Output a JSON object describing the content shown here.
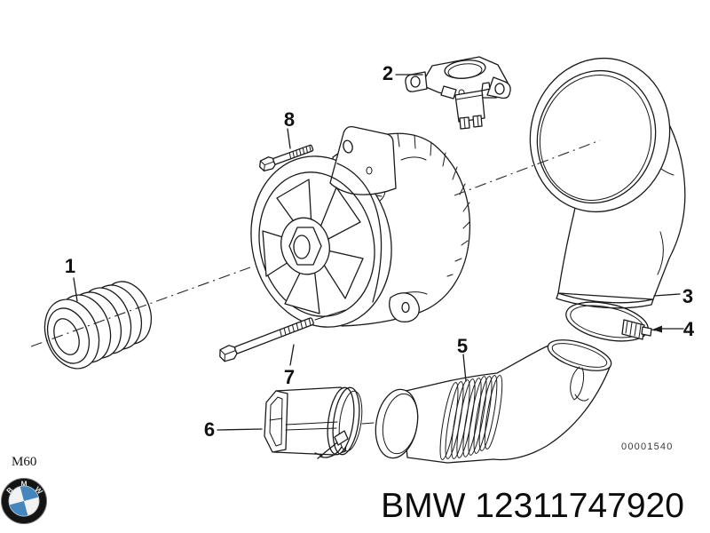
{
  "header": {
    "engine_code": "M60"
  },
  "diagram": {
    "drawing_number": "00001540",
    "callouts": [
      {
        "number": "1"
      },
      {
        "number": "2"
      },
      {
        "number": "3"
      },
      {
        "number": "4"
      },
      {
        "number": "5"
      },
      {
        "number": "6"
      },
      {
        "number": "7"
      },
      {
        "number": "8"
      }
    ]
  },
  "footer": {
    "part_label": "BMW 12311747920",
    "logo_letters": [
      "B",
      "M",
      "W"
    ]
  },
  "colors": {
    "line": "#1a1a1a",
    "text": "#111111",
    "logo_ring": "#141414",
    "logo_blue": "#4587bc",
    "logo_white": "#f2f2f2"
  }
}
